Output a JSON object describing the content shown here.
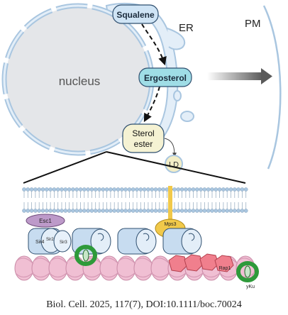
{
  "labels": {
    "nucleus": "nucleus",
    "er": "ER",
    "pm": "PM",
    "squalene": "Squalene",
    "ergosterol": "Ergosterol",
    "sterol_ester_line1": "Sterol",
    "sterol_ester_line2": "ester",
    "ld": "LD",
    "esc1": "Esc1",
    "sir4": "Sir4",
    "sir2": "Sir2",
    "sir3": "Sir3",
    "mps3": "Mps3",
    "rap1": "Rap1",
    "yku": "yKu"
  },
  "citation": "Biol. Cell. 2025, 117(7), DOI:10.1111/boc.70024",
  "colors": {
    "membrane": "#a9c6e0",
    "er_fill": "#e3eef8",
    "ergosterol_box": "#9fdde6",
    "squalene_box": "#cfe4f5",
    "sterol_ester_box": "#f5f2d3",
    "ld_fill": "#f3eec7",
    "esc1": "#bd9ac9",
    "mps3": "#f1c94a",
    "nucleosome": "#c7dcf0",
    "chromatin": "#f0bfd3",
    "rap1": "#f07f8d",
    "yku": "#2e9a3a"
  }
}
